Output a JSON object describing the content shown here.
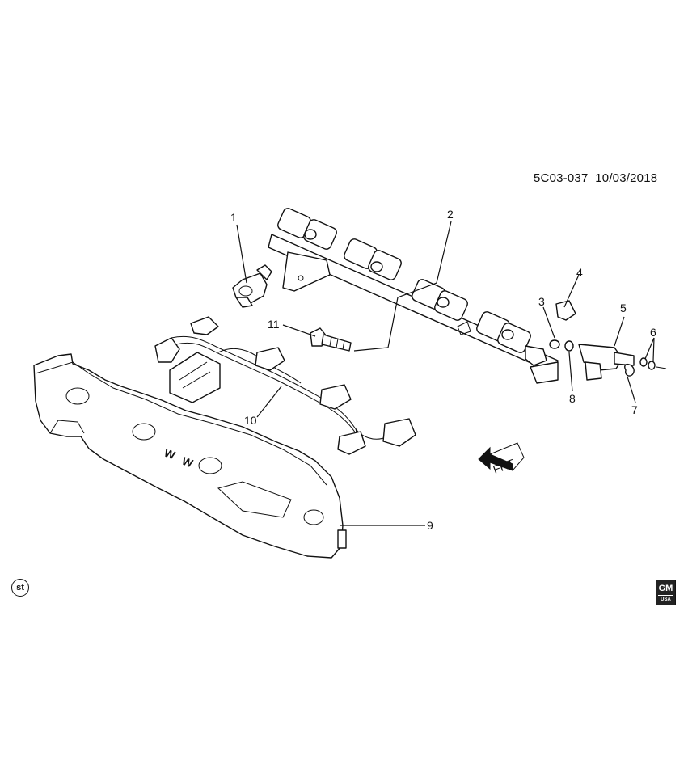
{
  "diagram": {
    "code": "5C03-037",
    "date": "10/03/2018",
    "front_arrow_label": "FRT",
    "callouts": [
      "1",
      "2",
      "3",
      "4",
      "5",
      "6",
      "7",
      "8",
      "9",
      "10",
      "11"
    ],
    "badges": {
      "st": "st",
      "gm": "GM",
      "gm_sub": "USA"
    }
  }
}
